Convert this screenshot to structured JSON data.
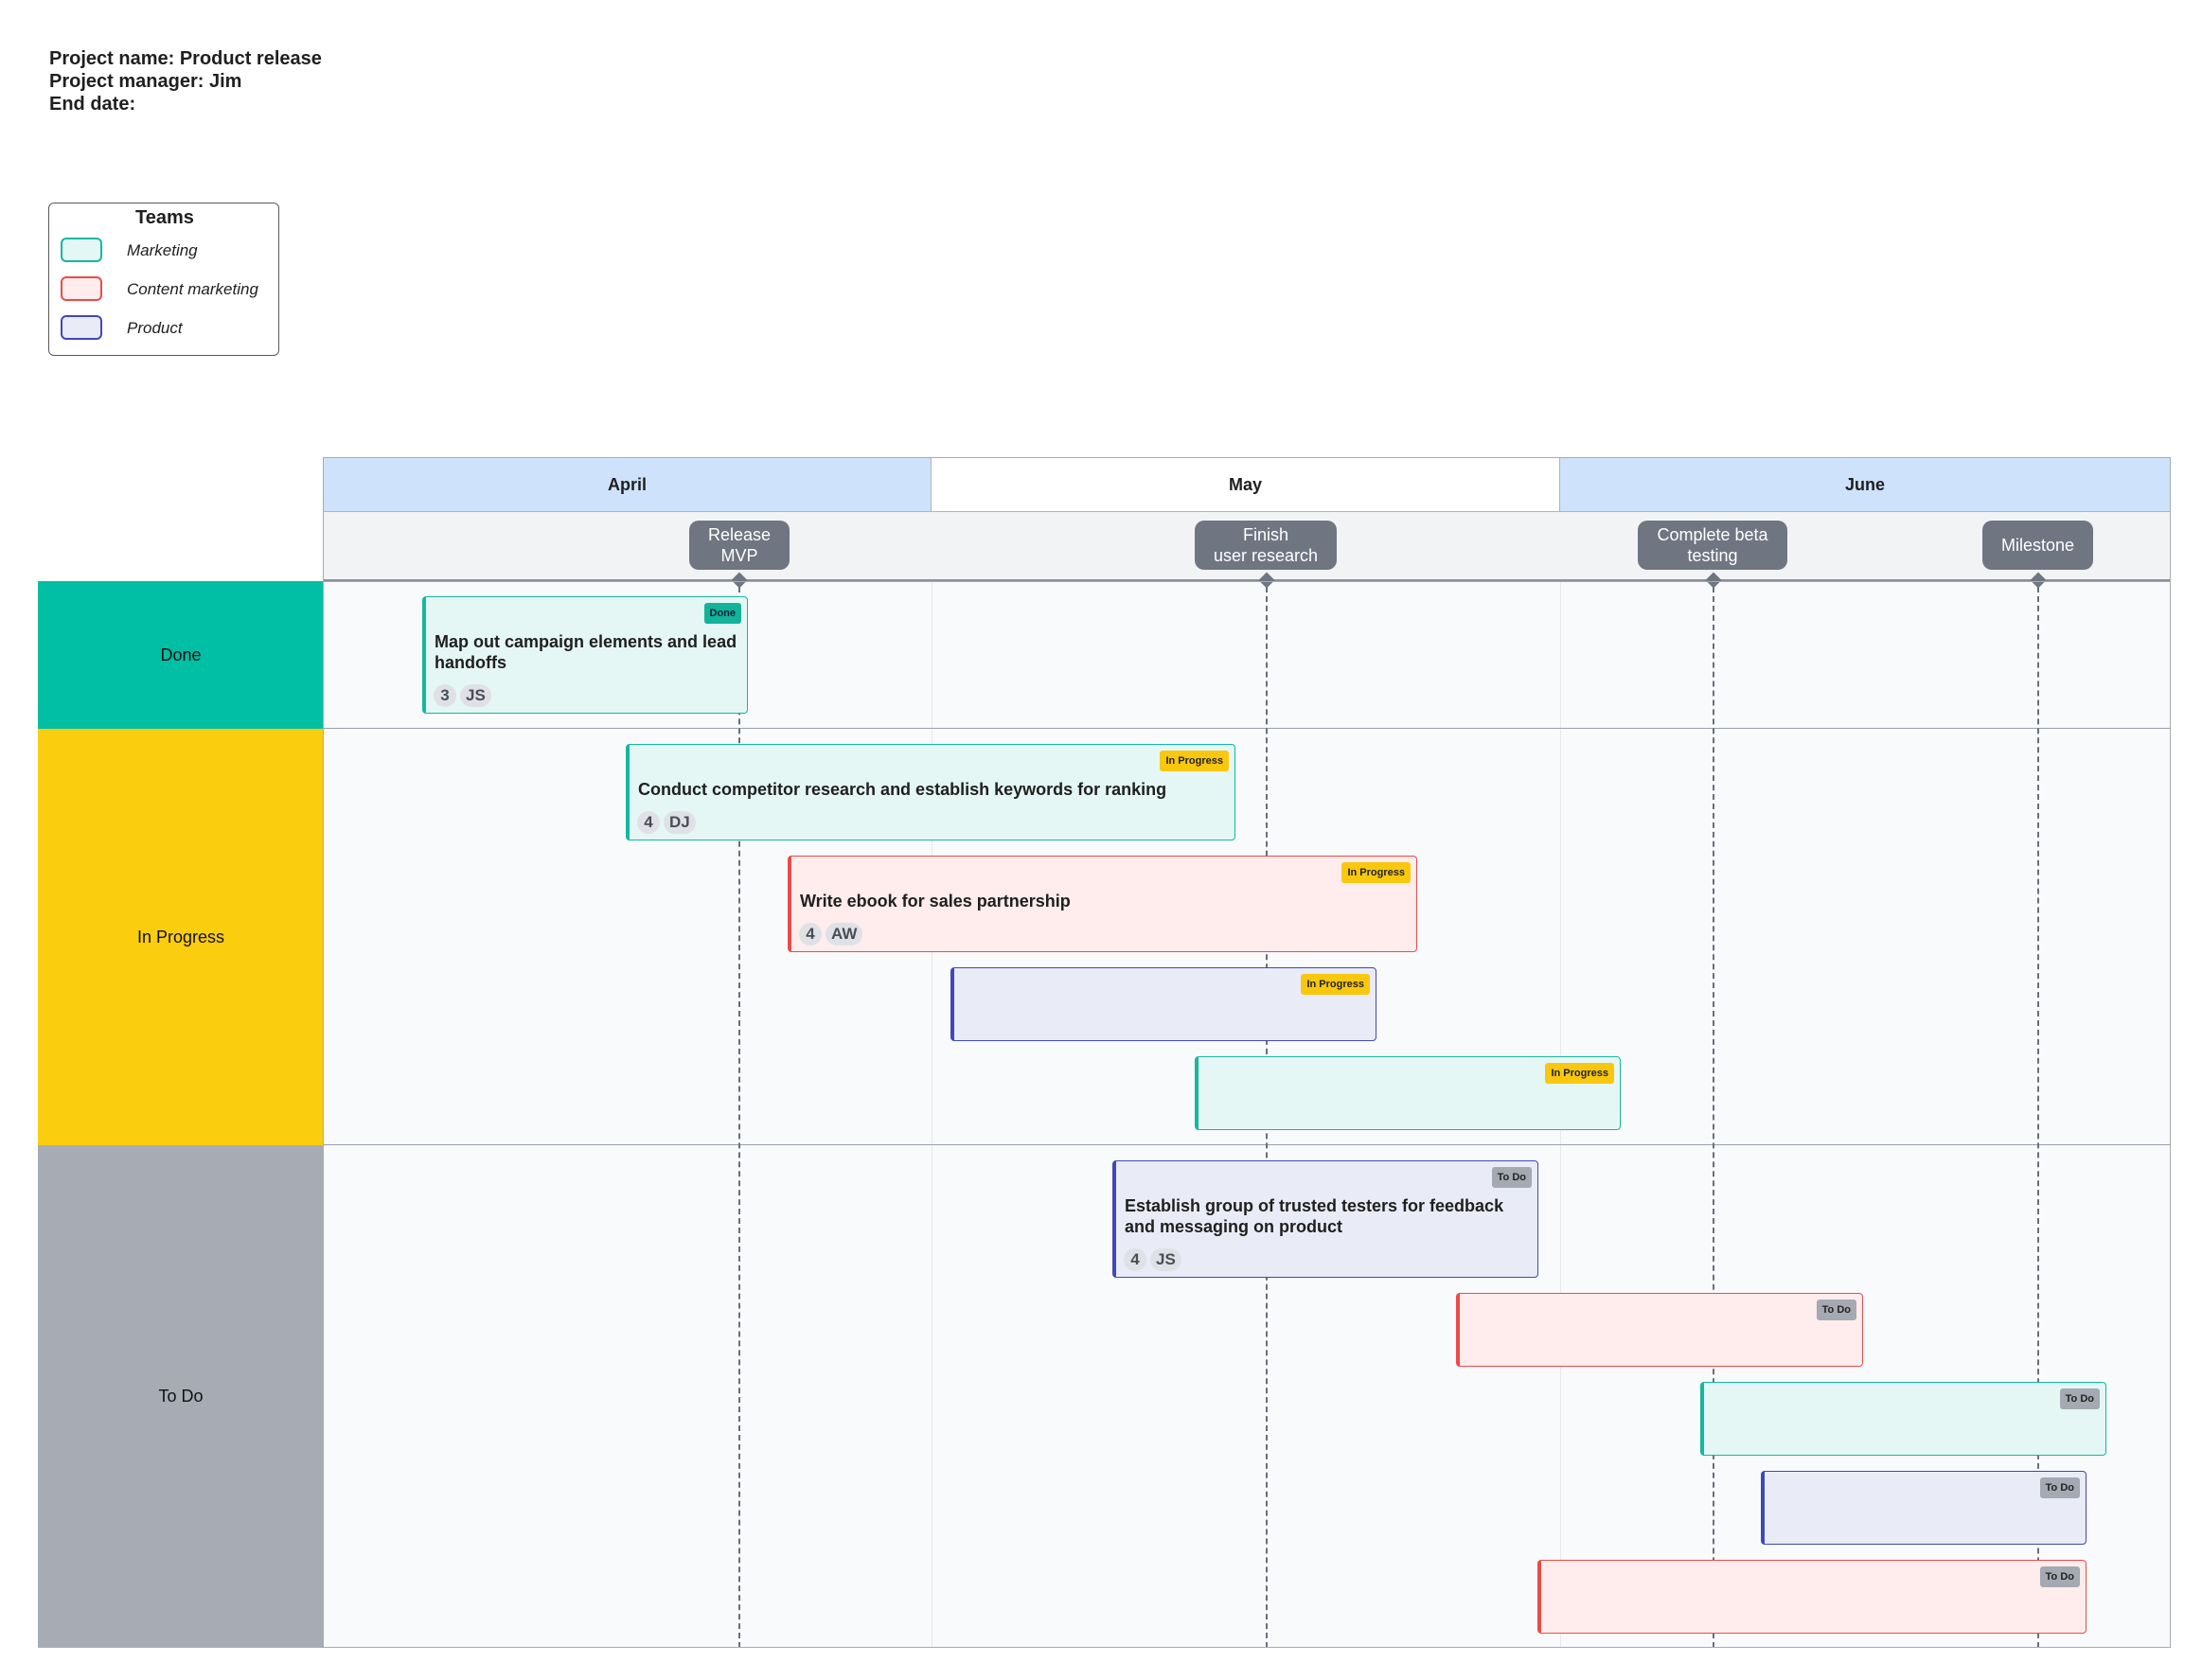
{
  "project": {
    "name_line": "Project name: Product release",
    "manager_line": "Project manager: Jim",
    "end_date_line": "End date:"
  },
  "legend": {
    "title": "Teams",
    "items": [
      {
        "label": "Marketing",
        "fill": "#e5f7f4",
        "border": "#13b8a0"
      },
      {
        "label": "Content marketing",
        "fill": "#ffecec",
        "border": "#ec4a4a"
      },
      {
        "label": "Product",
        "fill": "#e9ebf7",
        "border": "#4148b8"
      }
    ]
  },
  "months": [
    "April",
    "May",
    "June"
  ],
  "milestones": [
    "Release\nMVP",
    "Finish\nuser research",
    "Complete beta\ntesting",
    "Milestone"
  ],
  "lanes": [
    "Done",
    "In Progress",
    "To Do"
  ],
  "lane_colors": {
    "done": "#00bfa5",
    "in_progress": "#fbcd0f",
    "to_do": "#a7acb4"
  },
  "status_labels": {
    "done": "Done",
    "in_progress": "In Progress",
    "to_do": "To Do"
  },
  "tasks": [
    {
      "title": "Map out campaign elements and lead handoffs",
      "team": "Marketing",
      "status": "Done",
      "points": "3",
      "assignee": "JS"
    },
    {
      "title": "Conduct competitor research and establish keywords for ranking",
      "team": "Marketing",
      "status": "In Progress",
      "points": "4",
      "assignee": "DJ"
    },
    {
      "title": "Write ebook for sales partnership",
      "team": "Content marketing",
      "status": "In Progress",
      "points": "4",
      "assignee": "AW"
    },
    {
      "title": "",
      "team": "Product",
      "status": "In Progress"
    },
    {
      "title": "",
      "team": "Marketing",
      "status": "In Progress"
    },
    {
      "title": "Establish group of trusted testers for feedback and messaging on product",
      "team": "Product",
      "status": "To Do",
      "points": "4",
      "assignee": "JS"
    },
    {
      "title": "",
      "team": "Content marketing",
      "status": "To Do"
    },
    {
      "title": "",
      "team": "Marketing",
      "status": "To Do"
    },
    {
      "title": "",
      "team": "Product",
      "status": "To Do"
    },
    {
      "title": "",
      "team": "Content marketing",
      "status": "To Do"
    }
  ]
}
